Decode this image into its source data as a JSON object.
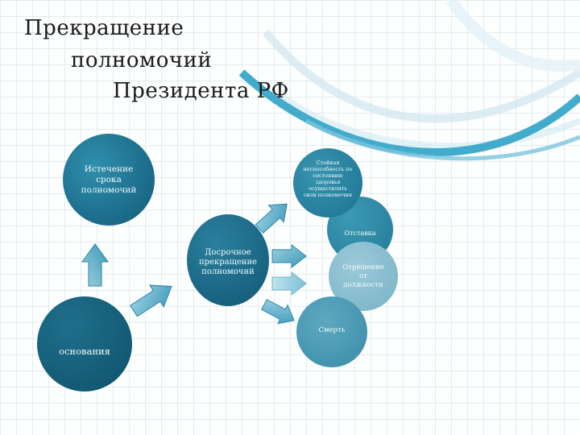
{
  "title": {
    "line1": "Прекращение",
    "line2": "полномочий",
    "line3": "Президента РФ"
  },
  "nodes": {
    "expiry": "Истечение срока полномочий",
    "incapacity": "Стойкая неспособность по состоянию здоровья осуществлять свои полномочия",
    "resignation": "Отставка",
    "early_termination": "Досрочное прекращение полномочий",
    "removal": "Отрешение от должности",
    "death": "Смерть",
    "grounds": "основания"
  },
  "colors": {
    "dark_teal": "#155b75",
    "teal": "#1d7391",
    "light_teal": "#77b2c6",
    "swoosh": "#39a9c9"
  }
}
